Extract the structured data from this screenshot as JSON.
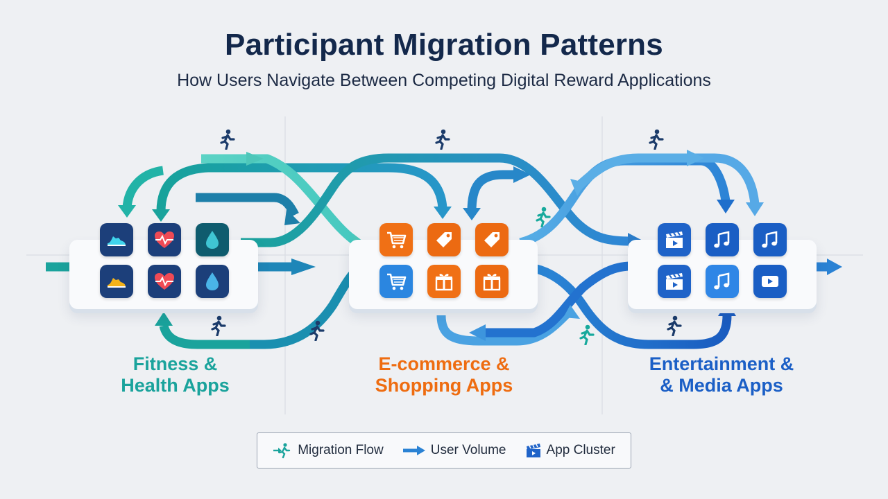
{
  "header": {
    "title": "Participant Migration Patterns",
    "subtitle": "How Users Navigate Between Competing Digital Reward Applications"
  },
  "clusters": [
    {
      "label_line1": "Fitness &",
      "label_line2": "Health Apps",
      "color": "#14a39a",
      "icons": [
        "running-shoe-icon",
        "heart-pulse-icon",
        "water-drop-icon",
        "running-shoe-icon",
        "heart-pulse-icon",
        "water-drop-icon"
      ]
    },
    {
      "label_line1": "E-commerce &",
      "label_line2": "Shopping Apps",
      "color": "#ee6c10",
      "icons": [
        "shopping-cart-icon",
        "price-tag-icon",
        "price-tag-icon",
        "shopping-cart-icon",
        "gift-box-icon",
        "gift-box-icon"
      ]
    },
    {
      "label_line1": "Entertainment &",
      "label_line2": "& Media Apps",
      "color": "#1b5fc6",
      "icons": [
        "clapperboard-icon",
        "music-note-icon",
        "music-note-icon",
        "clapperboard-icon",
        "music-note-icon",
        "play-button-icon"
      ]
    }
  ],
  "legend": {
    "migration_flow": "Migration Flow",
    "user_volume": "User Volume",
    "app_cluster": "App Cluster"
  },
  "colors": {
    "teal": "#1fa7a0",
    "teal_light": "#54d0c2",
    "blue": "#2a82d4",
    "blue_light": "#4fa4e3",
    "navy": "#1a5cc0",
    "orange": "#ee6c10",
    "title": "#13284b"
  }
}
